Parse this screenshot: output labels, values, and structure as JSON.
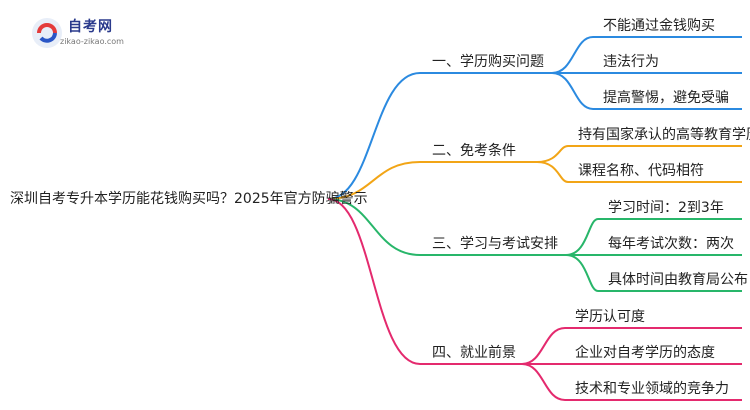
{
  "logo": {
    "name": "自考网",
    "url": "zikao-zikao.com"
  },
  "mindmap": {
    "root": "深圳自考专升本学历能花钱购买吗？2025年官方防骗警示",
    "branches": [
      {
        "label": "一、学历购买问题",
        "color": "#2b8ae0",
        "children": [
          "不能通过金钱购买",
          "违法行为",
          "提高警惕，避免受骗"
        ]
      },
      {
        "label": "二、免考条件",
        "color": "#f2a516",
        "children": [
          "持有国家承认的高等教育学历",
          "课程名称、代码相符"
        ]
      },
      {
        "label": "三、学习与考试安排",
        "color": "#28b66a",
        "children": [
          "学习时间：2到3年",
          "每年考试次数：两次",
          "具体时间由教育局公布"
        ]
      },
      {
        "label": "四、就业前景",
        "color": "#e42a6e",
        "children": [
          "学历认可度",
          "企业对自考学历的态度",
          "技术和专业领域的竞争力"
        ]
      }
    ]
  }
}
